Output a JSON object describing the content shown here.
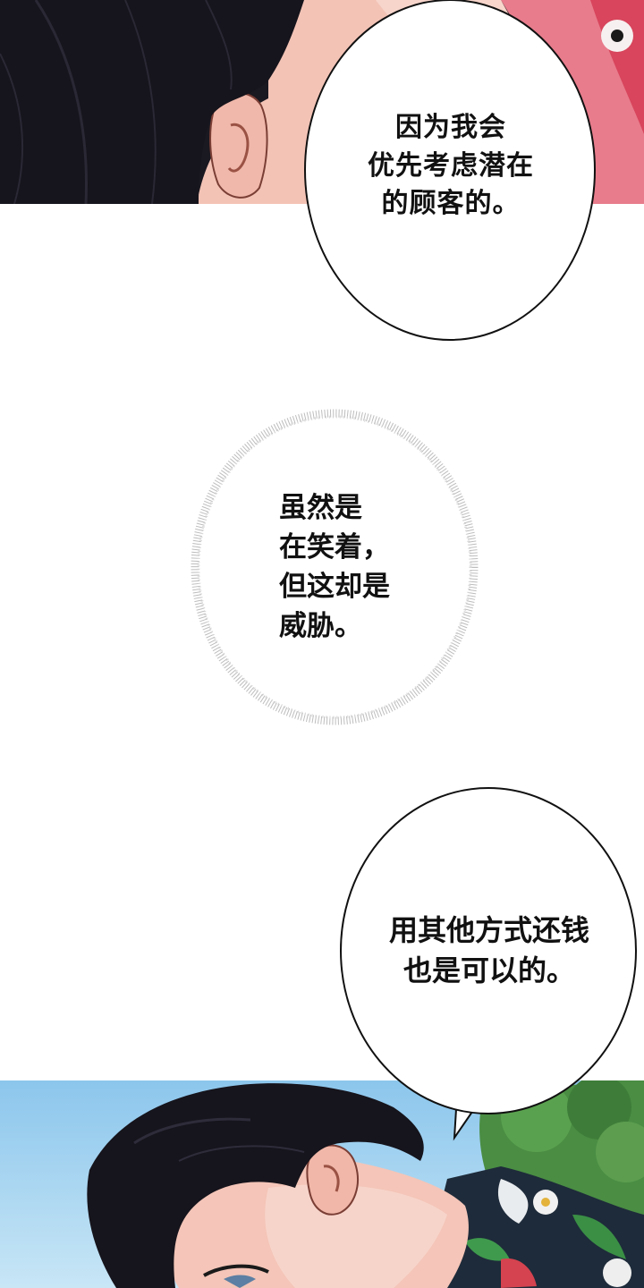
{
  "bubbles": {
    "top": "因为我会\n优先考虑潜在\n的顾客的。",
    "middle": "虽然是\n在笑着，\n但这却是\n威胁。",
    "bottom": "用其他方式还钱\n也是可以的。"
  },
  "colors": {
    "hair": "#16141c",
    "skin": "#f4c9bd",
    "sky": "#9fd0ef",
    "foliage": "#3f8a3c",
    "shirt_dark": "#1e2b3a",
    "pink_fabric": "#e46a7d"
  }
}
